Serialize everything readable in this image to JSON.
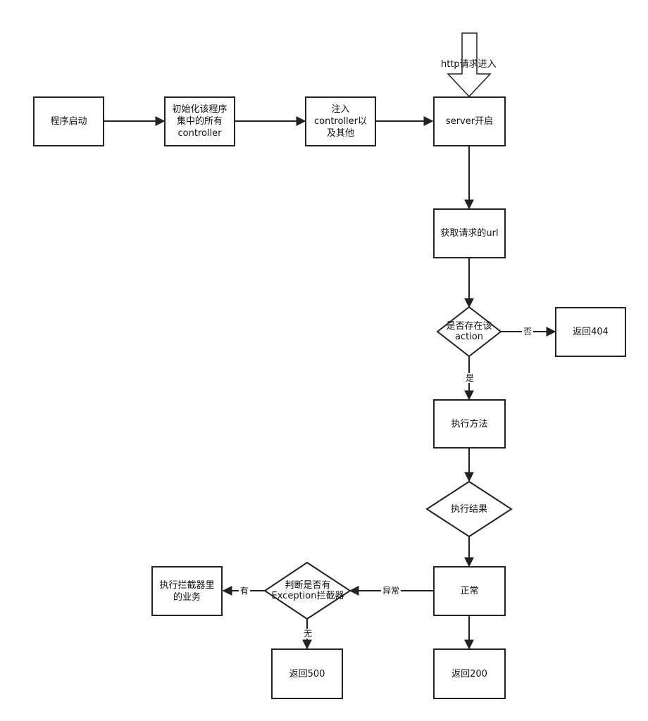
{
  "nodes": {
    "start": "程序启动",
    "init_controllers": "初始化该程序集中的所有controller",
    "inject": "注入controller以及其他",
    "server_start": "server开启",
    "http_request": "http请求进入",
    "get_url": "获取请求的url",
    "action_exists": "是否存在该action",
    "return_404": "返回404",
    "execute_method": "执行方法",
    "execution_result": "执行结果",
    "normal": "正常",
    "return_200": "返回200",
    "exception_interceptor": "判断是否有Exception拦截器",
    "interceptor_business": "执行拦截器里的业务",
    "return_500": "返回500"
  },
  "edges": {
    "no": "否",
    "yes": "是",
    "exception": "异常",
    "has": "有",
    "none": "无"
  },
  "colors": {
    "stroke": "#222222",
    "fill": "#ffffff",
    "text": "#111111"
  }
}
